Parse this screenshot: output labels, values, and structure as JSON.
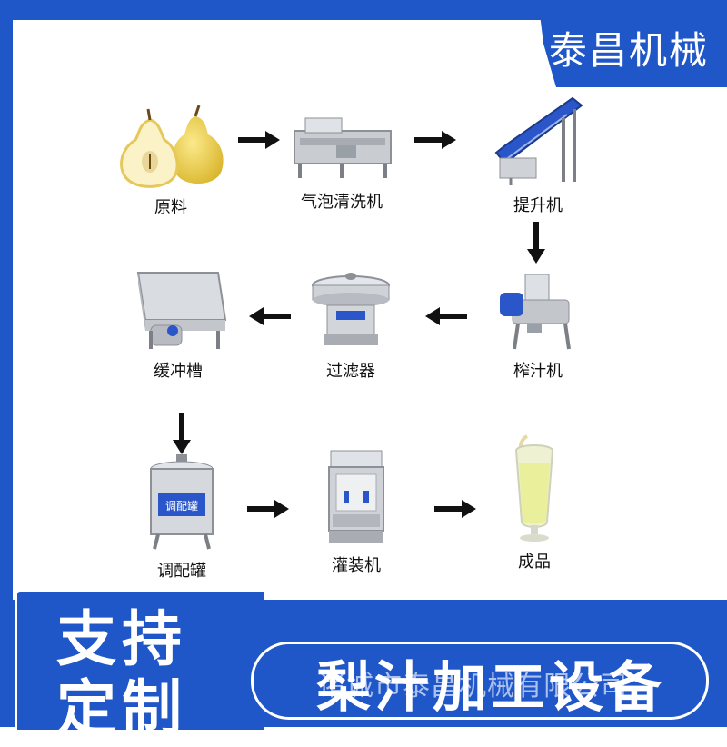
{
  "brand": {
    "name": "泰昌机械"
  },
  "slogan": {
    "line1": "支持",
    "line2": "定制"
  },
  "title": {
    "main": "梨汁加工设备",
    "watermark": "诸城市泰昌机械有限公司"
  },
  "steps": [
    {
      "label": "原料",
      "icon": "pear-icon"
    },
    {
      "label": "气泡清洗机",
      "icon": "bubble-washer-icon"
    },
    {
      "label": "提升机",
      "icon": "elevator-icon"
    },
    {
      "label": "榨汁机",
      "icon": "juicer-icon"
    },
    {
      "label": "过滤器",
      "icon": "filter-icon"
    },
    {
      "label": "缓冲槽",
      "icon": "buffer-tank-icon"
    },
    {
      "label": "调配罐",
      "icon": "mixing-tank-icon",
      "tank_text": "调配罐"
    },
    {
      "label": "灌装机",
      "icon": "filling-machine-icon"
    },
    {
      "label": "成品",
      "icon": "juice-glass-icon"
    }
  ],
  "colors": {
    "brand_blue": "#1f56c8",
    "white": "#ffffff",
    "text": "#111111"
  }
}
